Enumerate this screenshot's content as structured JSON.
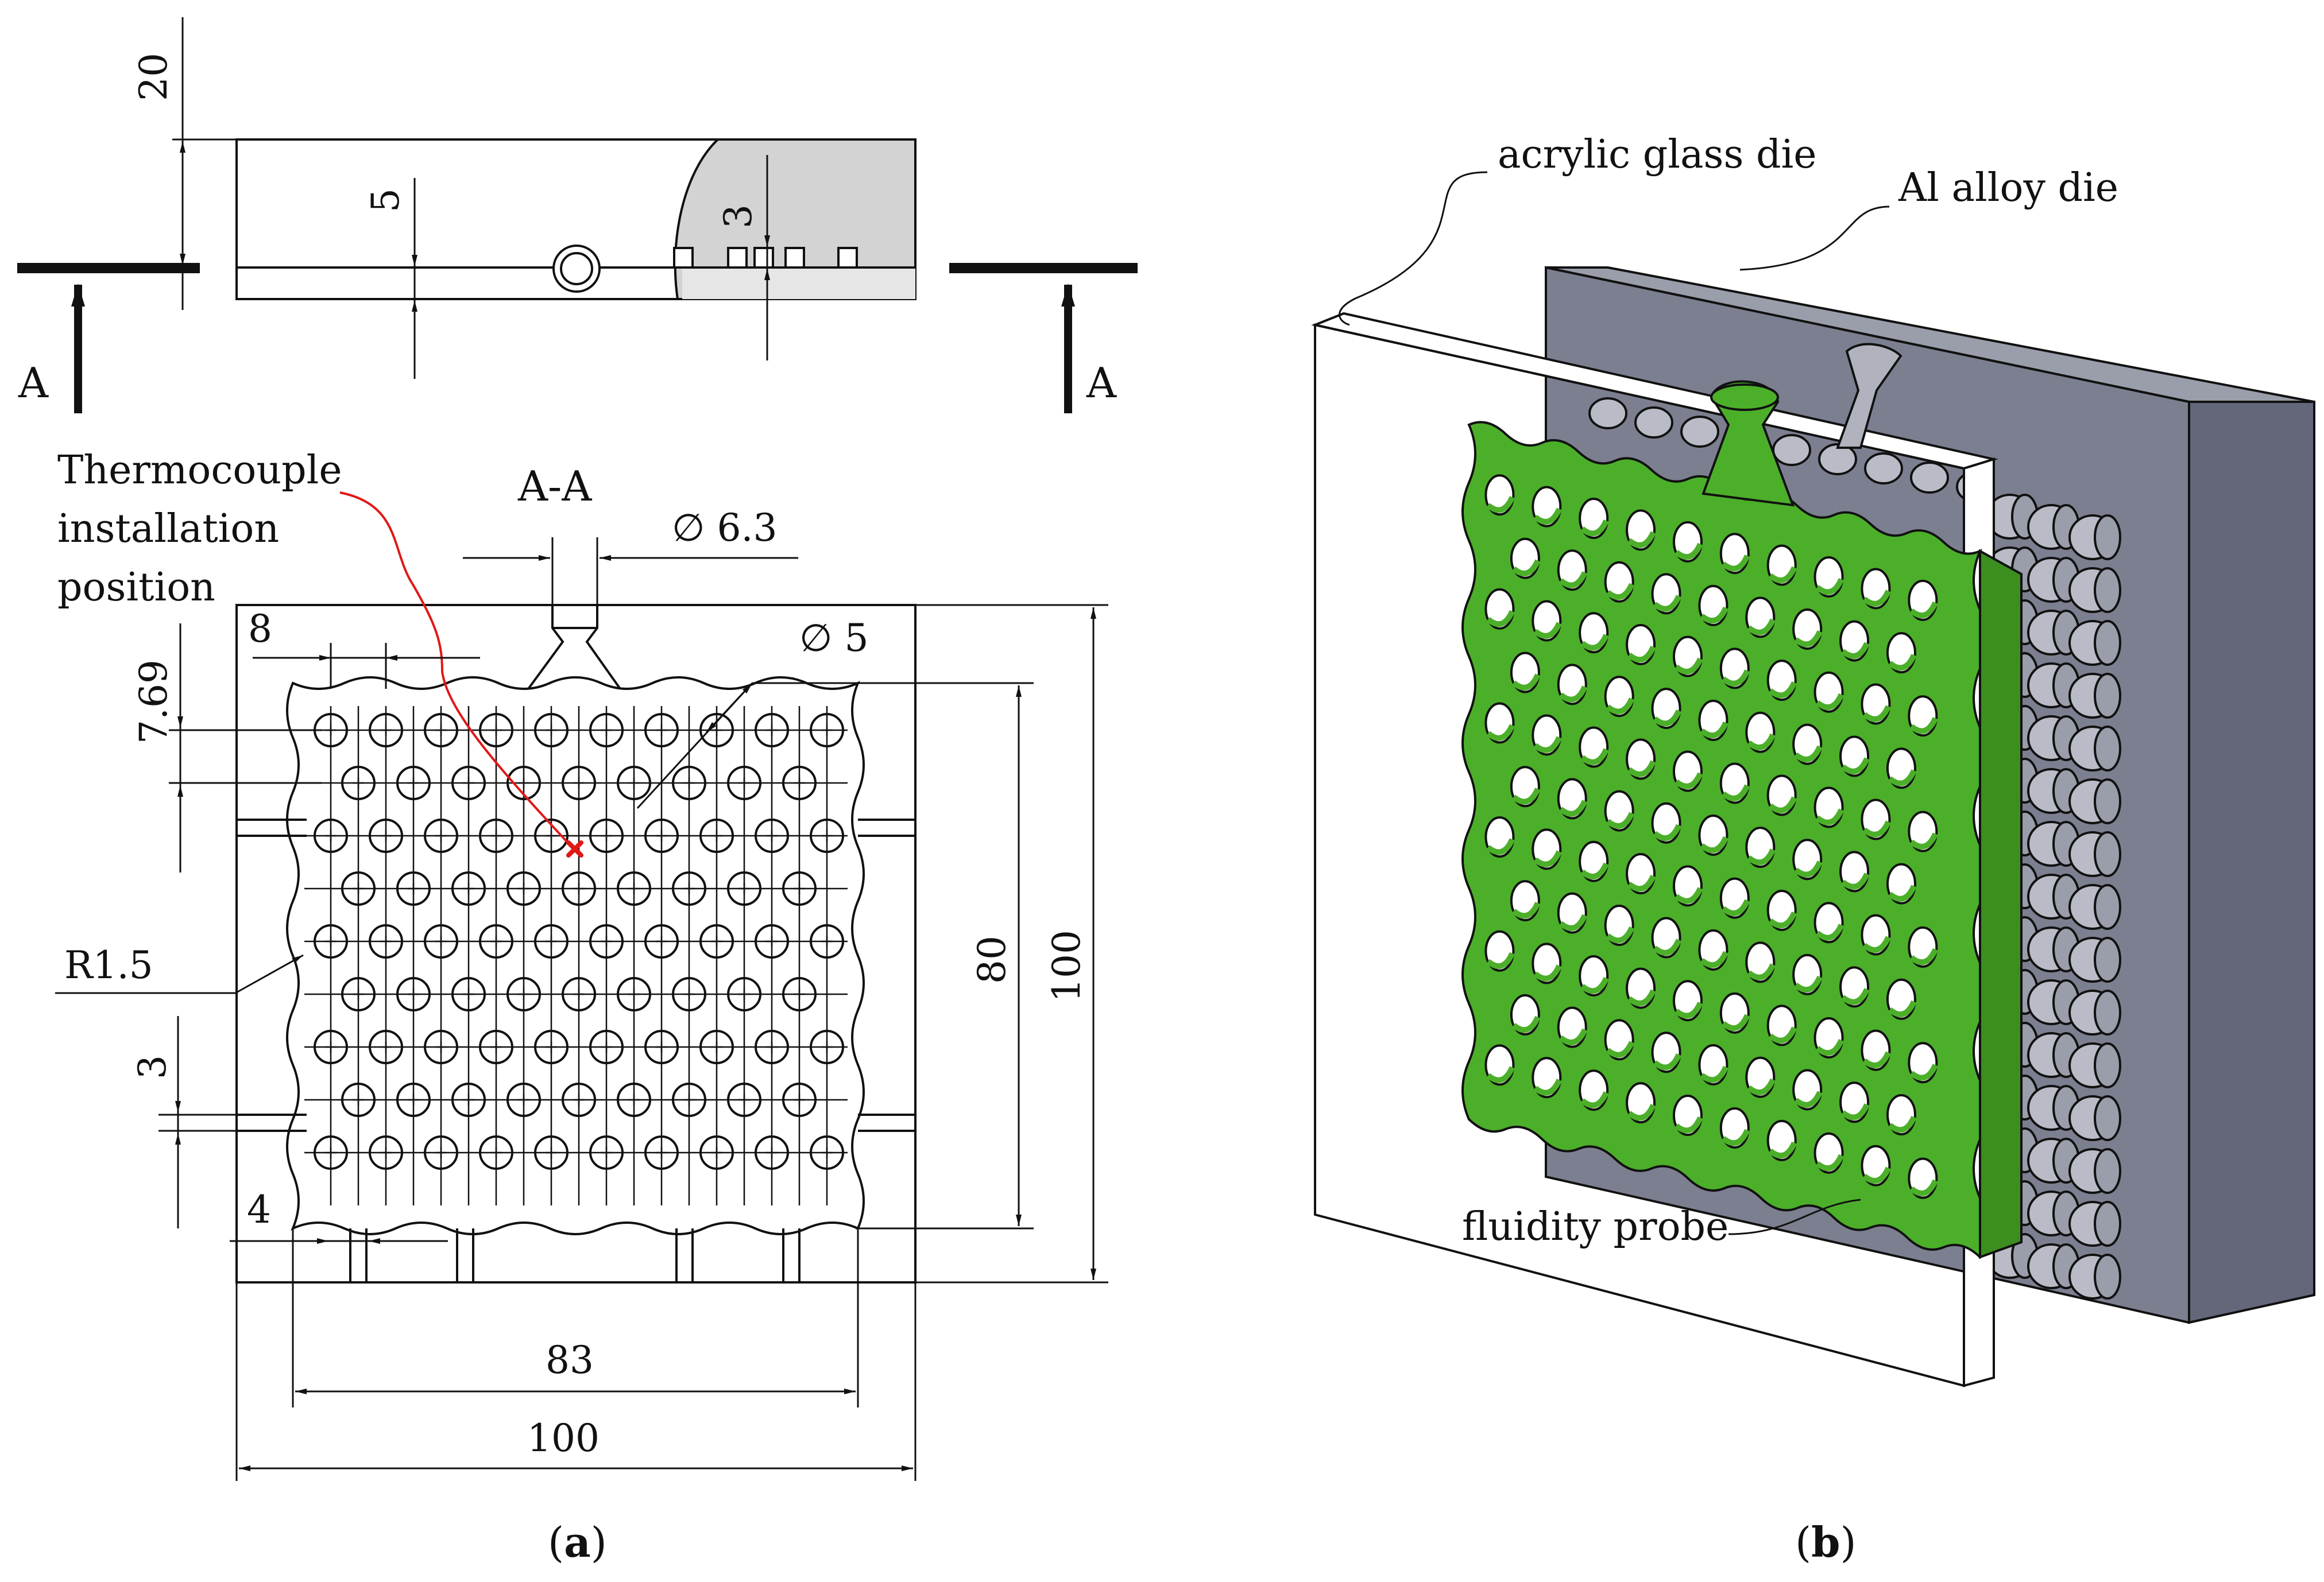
{
  "figure": {
    "panel_a": {
      "caption_open": "(",
      "caption_letter": "a",
      "caption_close": ")",
      "section_mark": "A",
      "section_title": "A-A",
      "dims": {
        "height_20": "20",
        "depth_5": "5",
        "depth_3": "3",
        "pitch_8": "8",
        "pitch_769": "7.69",
        "slot_3": "3",
        "slot_4": "4",
        "radius": "R1.5",
        "gate_dia": "∅ 6.3",
        "hole_dia": "∅ 5",
        "probe_h": "80",
        "die_h": "100",
        "probe_w": "83",
        "die_w": "100"
      },
      "thermocouple_label": [
        "Thermocouple",
        "installation",
        "position"
      ]
    },
    "panel_b": {
      "caption_open": "(",
      "caption_letter": "b",
      "caption_close": ")",
      "acrylic_label": "acrylic glass die",
      "al_label": "Al alloy die",
      "probe_label": "fluidity probe"
    },
    "colors": {
      "line": "#111111",
      "thermocouple": "#e01818",
      "probe_green": "#4caf2a",
      "al_die_front": "#7c7f8f",
      "al_die_side": "#64677a",
      "al_die_top": "#9a9daa",
      "section_grey": "#d3d3d3"
    }
  }
}
